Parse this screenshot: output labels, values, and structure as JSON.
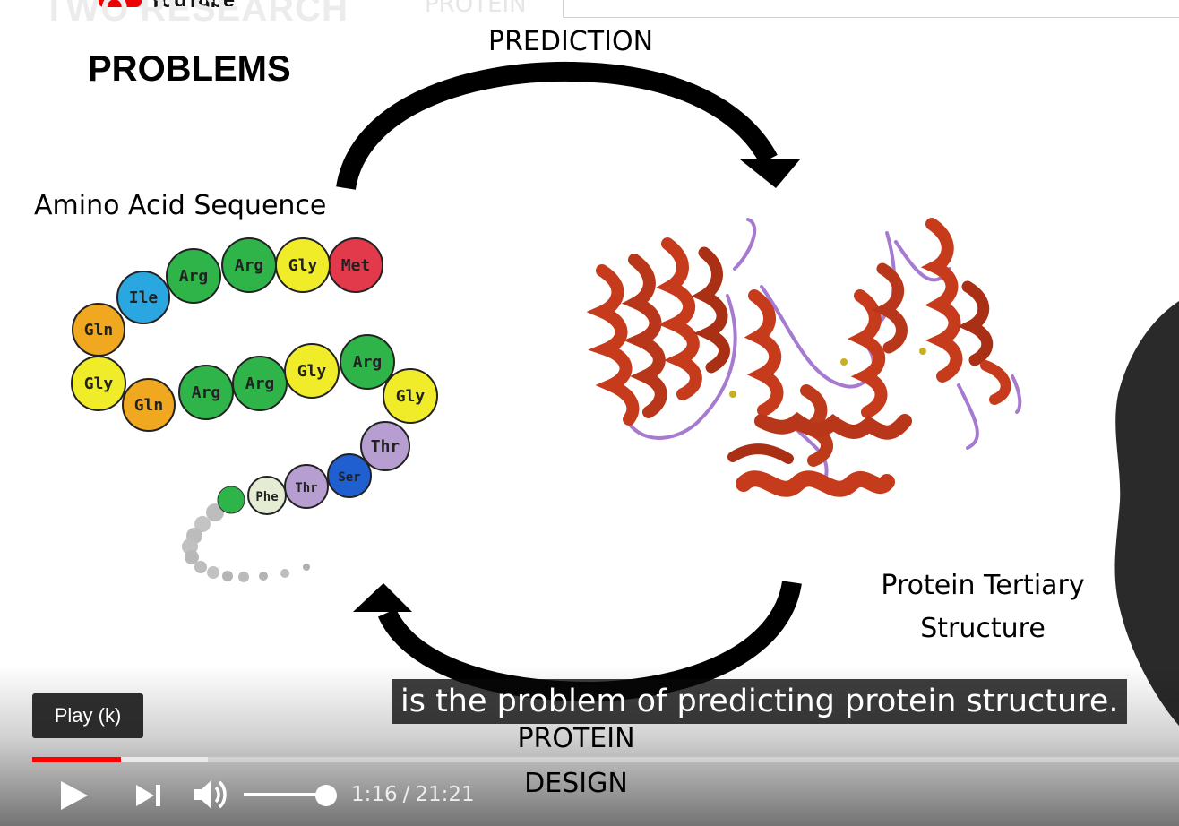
{
  "header": {
    "logo_word": "YouTube",
    "search_placeholder": ""
  },
  "slide": {
    "ghost_title": "TWO RESEARCH",
    "ghost_top": "PROTEIN",
    "problems": "PROBLEMS",
    "prediction": "PREDICTION",
    "amino_label": "Amino Acid Sequence",
    "tertiary_line1": "Protein Tertiary",
    "tertiary_line2": "Structure",
    "design_line1": "PROTEIN",
    "design_line2": "DESIGN",
    "residues": [
      "Met",
      "Gly",
      "Arg",
      "Arg",
      "Ile",
      "Gln",
      "Gly",
      "Gln",
      "Arg",
      "Arg",
      "Gly",
      "Arg",
      "Gly",
      "Thr",
      "Ser",
      "Thr",
      "Phe"
    ],
    "residue_colors": {
      "Met": "#e23a4a",
      "Gly": "#f0ec2a",
      "Arg": "#2fb44a",
      "Ile": "#2aa7e0",
      "Gln": "#f0a820",
      "Thr": "#b79ed0",
      "Ser": "#1f5fd0",
      "Phe": "#e4ecd4"
    },
    "protein_color": "#c63b1b",
    "loop_color": "#a57ad0"
  },
  "player": {
    "caption": "is the problem of predicting protein structure.",
    "tooltip": "Play (k)",
    "current_time": "1:16",
    "duration": "21:21",
    "time_separator": "/",
    "progress_played_fraction": 0.077,
    "progress_buffered_fraction": 0.152,
    "volume_fraction": 0.87,
    "play_icon": "play-icon",
    "next_icon": "next-icon",
    "volume_icon": "volume-icon"
  }
}
